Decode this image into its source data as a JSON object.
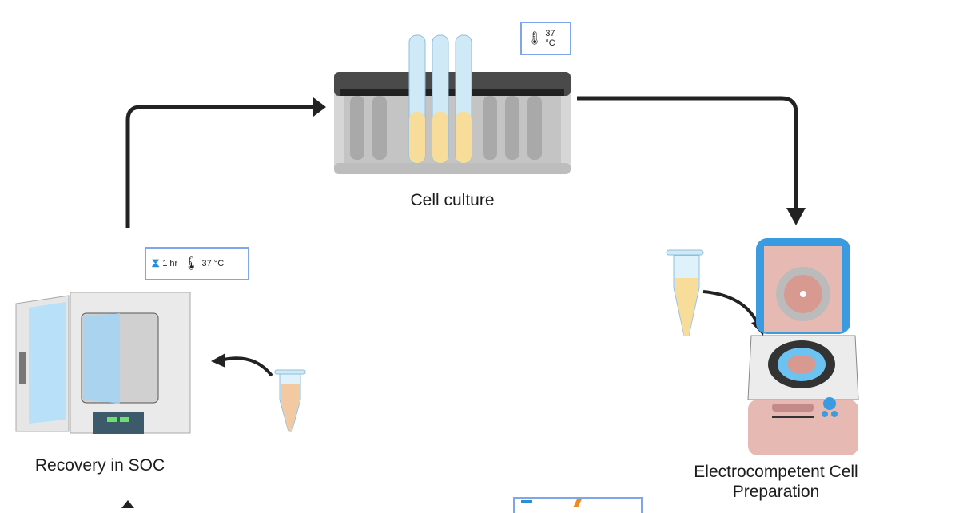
{
  "steps": {
    "cell_culture": {
      "label": "Cell culture",
      "temp": "37 °C"
    },
    "electrocompetent": {
      "label_line1": "Electrocompetent Cell",
      "label_line2": "Preparation"
    },
    "recovery": {
      "label": "Recovery in SOC",
      "time": "1 hr",
      "temp": "37 °C"
    }
  },
  "colors": {
    "arrow": "#222222",
    "badge_border": "#7ea6e8",
    "culture_fill": "#f7dc9a",
    "tube_blue": "#cfe9f7",
    "centrifuge_lid": "#3a9be0",
    "centrifuge_body": "#e7b9b3",
    "soc_fill": "#f2c9a1"
  }
}
